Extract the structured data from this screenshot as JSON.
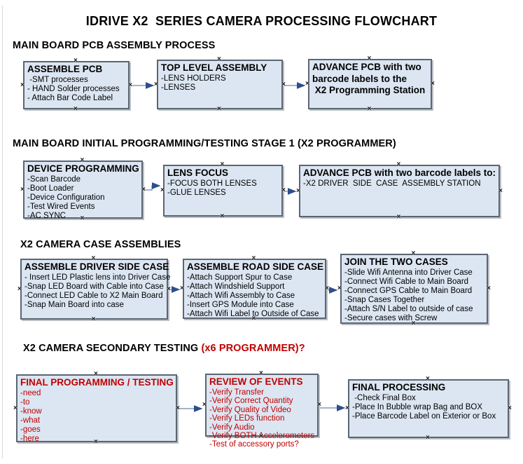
{
  "title": "IDRIVE X2  SERIES CAMERA PROCESSING FLOWCHART",
  "sections": [
    {
      "heading": "MAIN BOARD PCB ASSEMBLY PROCESS"
    },
    {
      "heading": "MAIN BOARD INITIAL PROGRAMMING/TESTING STAGE 1 (X2 PROGRAMMER)"
    },
    {
      "heading": "X2 CAMERA CASE ASSEMBLIES"
    },
    {
      "heading": "X2 CAMERA SECONDARY TESTING",
      "heading_red": " (x6 PROGRAMMER)?"
    }
  ],
  "boxes": [
    {
      "title": "ASSEMBLE PCB",
      "items": [
        " -SMT processes",
        "- HAND Solder processes",
        "- Attach Bar Code Label"
      ]
    },
    {
      "title": "TOP LEVEL ASSEMBLY",
      "items": [
        "-LENS HOLDERS",
        "-LENSES"
      ]
    },
    {
      "title": "ADVANCE PCB with two",
      "items": [
        "barcode labels to the",
        " X2 Programming Station"
      ]
    },
    {
      "title": "DEVICE PROGRAMMING",
      "items": [
        "-Scan Barcode",
        "-Boot Loader",
        "-Device Configuration",
        "-Test Wired Events",
        "-AC SYNC"
      ]
    },
    {
      "title": "LENS FOCUS",
      "items": [
        "-FOCUS BOTH LENSES",
        "-GLUE LENSES"
      ]
    },
    {
      "title": "ADVANCE PCB with two barcode labels to:",
      "items": [
        "-X2 DRIVER  SIDE  CASE  ASSEMBLY STATION"
      ]
    },
    {
      "title": "ASSEMBLE DRIVER SIDE CASE",
      "items": [
        "- Insert LED Plastic lens into Driver Case",
        "-Snap LED Board with Cable into Case",
        "-Connect LED Cable to X2 Main Board",
        "-Snap Main Board into case"
      ]
    },
    {
      "title": "ASSEMBLE ROAD SIDE CASE",
      "items": [
        "-Attach Support Spur to Case",
        "-Attach Windshield Support",
        "-Attach Wifi Assembly to Case",
        "-Insert GPS Module into Case",
        "-Attach Wifi Label to Outside of Case"
      ]
    },
    {
      "title": "JOIN THE TWO CASES",
      "items": [
        "-Slide Wifi Antenna into Driver Case",
        "-Connect Wifi Cable to Main Board",
        "-Connect GPS Cable to Main Board",
        "-Snap Cases Together",
        "-Attach S/N Label to outside of case",
        "-Secure cases with Screw"
      ]
    },
    {
      "title": "FINAL PROGRAMMING / TESTING",
      "items": [
        "-need",
        "-to",
        "-know",
        "-what",
        "-goes",
        "-here"
      ]
    },
    {
      "title": "REVIEW OF EVENTS",
      "items": [
        "-Verify Transfer",
        "-Verify Correct Quantity",
        "-Verify Quality of Video",
        "-Verify LEDs function",
        "-Verify Audio",
        "-Verify BOTH Accelerometers",
        "-Test of accessory ports?"
      ]
    },
    {
      "title": "FINAL PROCESSING",
      "items": [
        " -Check Final Box",
        "-Place In Bubble wrap Bag and BOX",
        "-Place Barcode Label on Exterior or Box"
      ]
    }
  ],
  "connector_mark": "×",
  "colors": {
    "box_fill": "#dce6f2",
    "box_border": "#5a6672",
    "text": "#000000",
    "accent_red": "#c00000",
    "arrow_line": "#8a9ab8",
    "arrow_head": "#2d4e8e"
  }
}
